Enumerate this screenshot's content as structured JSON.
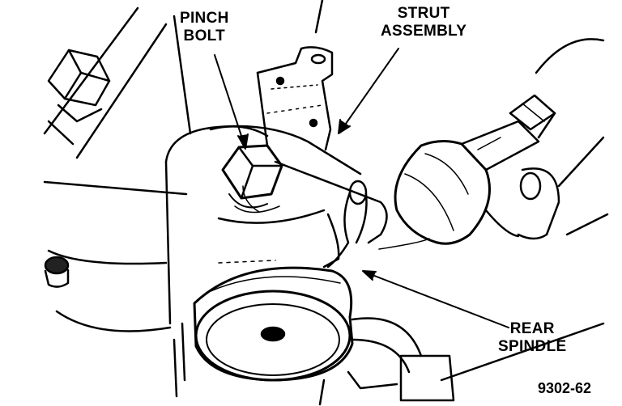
{
  "labels": {
    "pinch_bolt": {
      "line1": "PINCH",
      "line2": "BOLT"
    },
    "strut_assembly": {
      "line1": "STRUT",
      "line2": "ASSEMBLY"
    },
    "rear_spindle": {
      "line1": "REAR",
      "line2": "SPINDLE"
    }
  },
  "figure_number": "9302-62",
  "colors": {
    "ink": "#000000",
    "paper": "#ffffff"
  }
}
